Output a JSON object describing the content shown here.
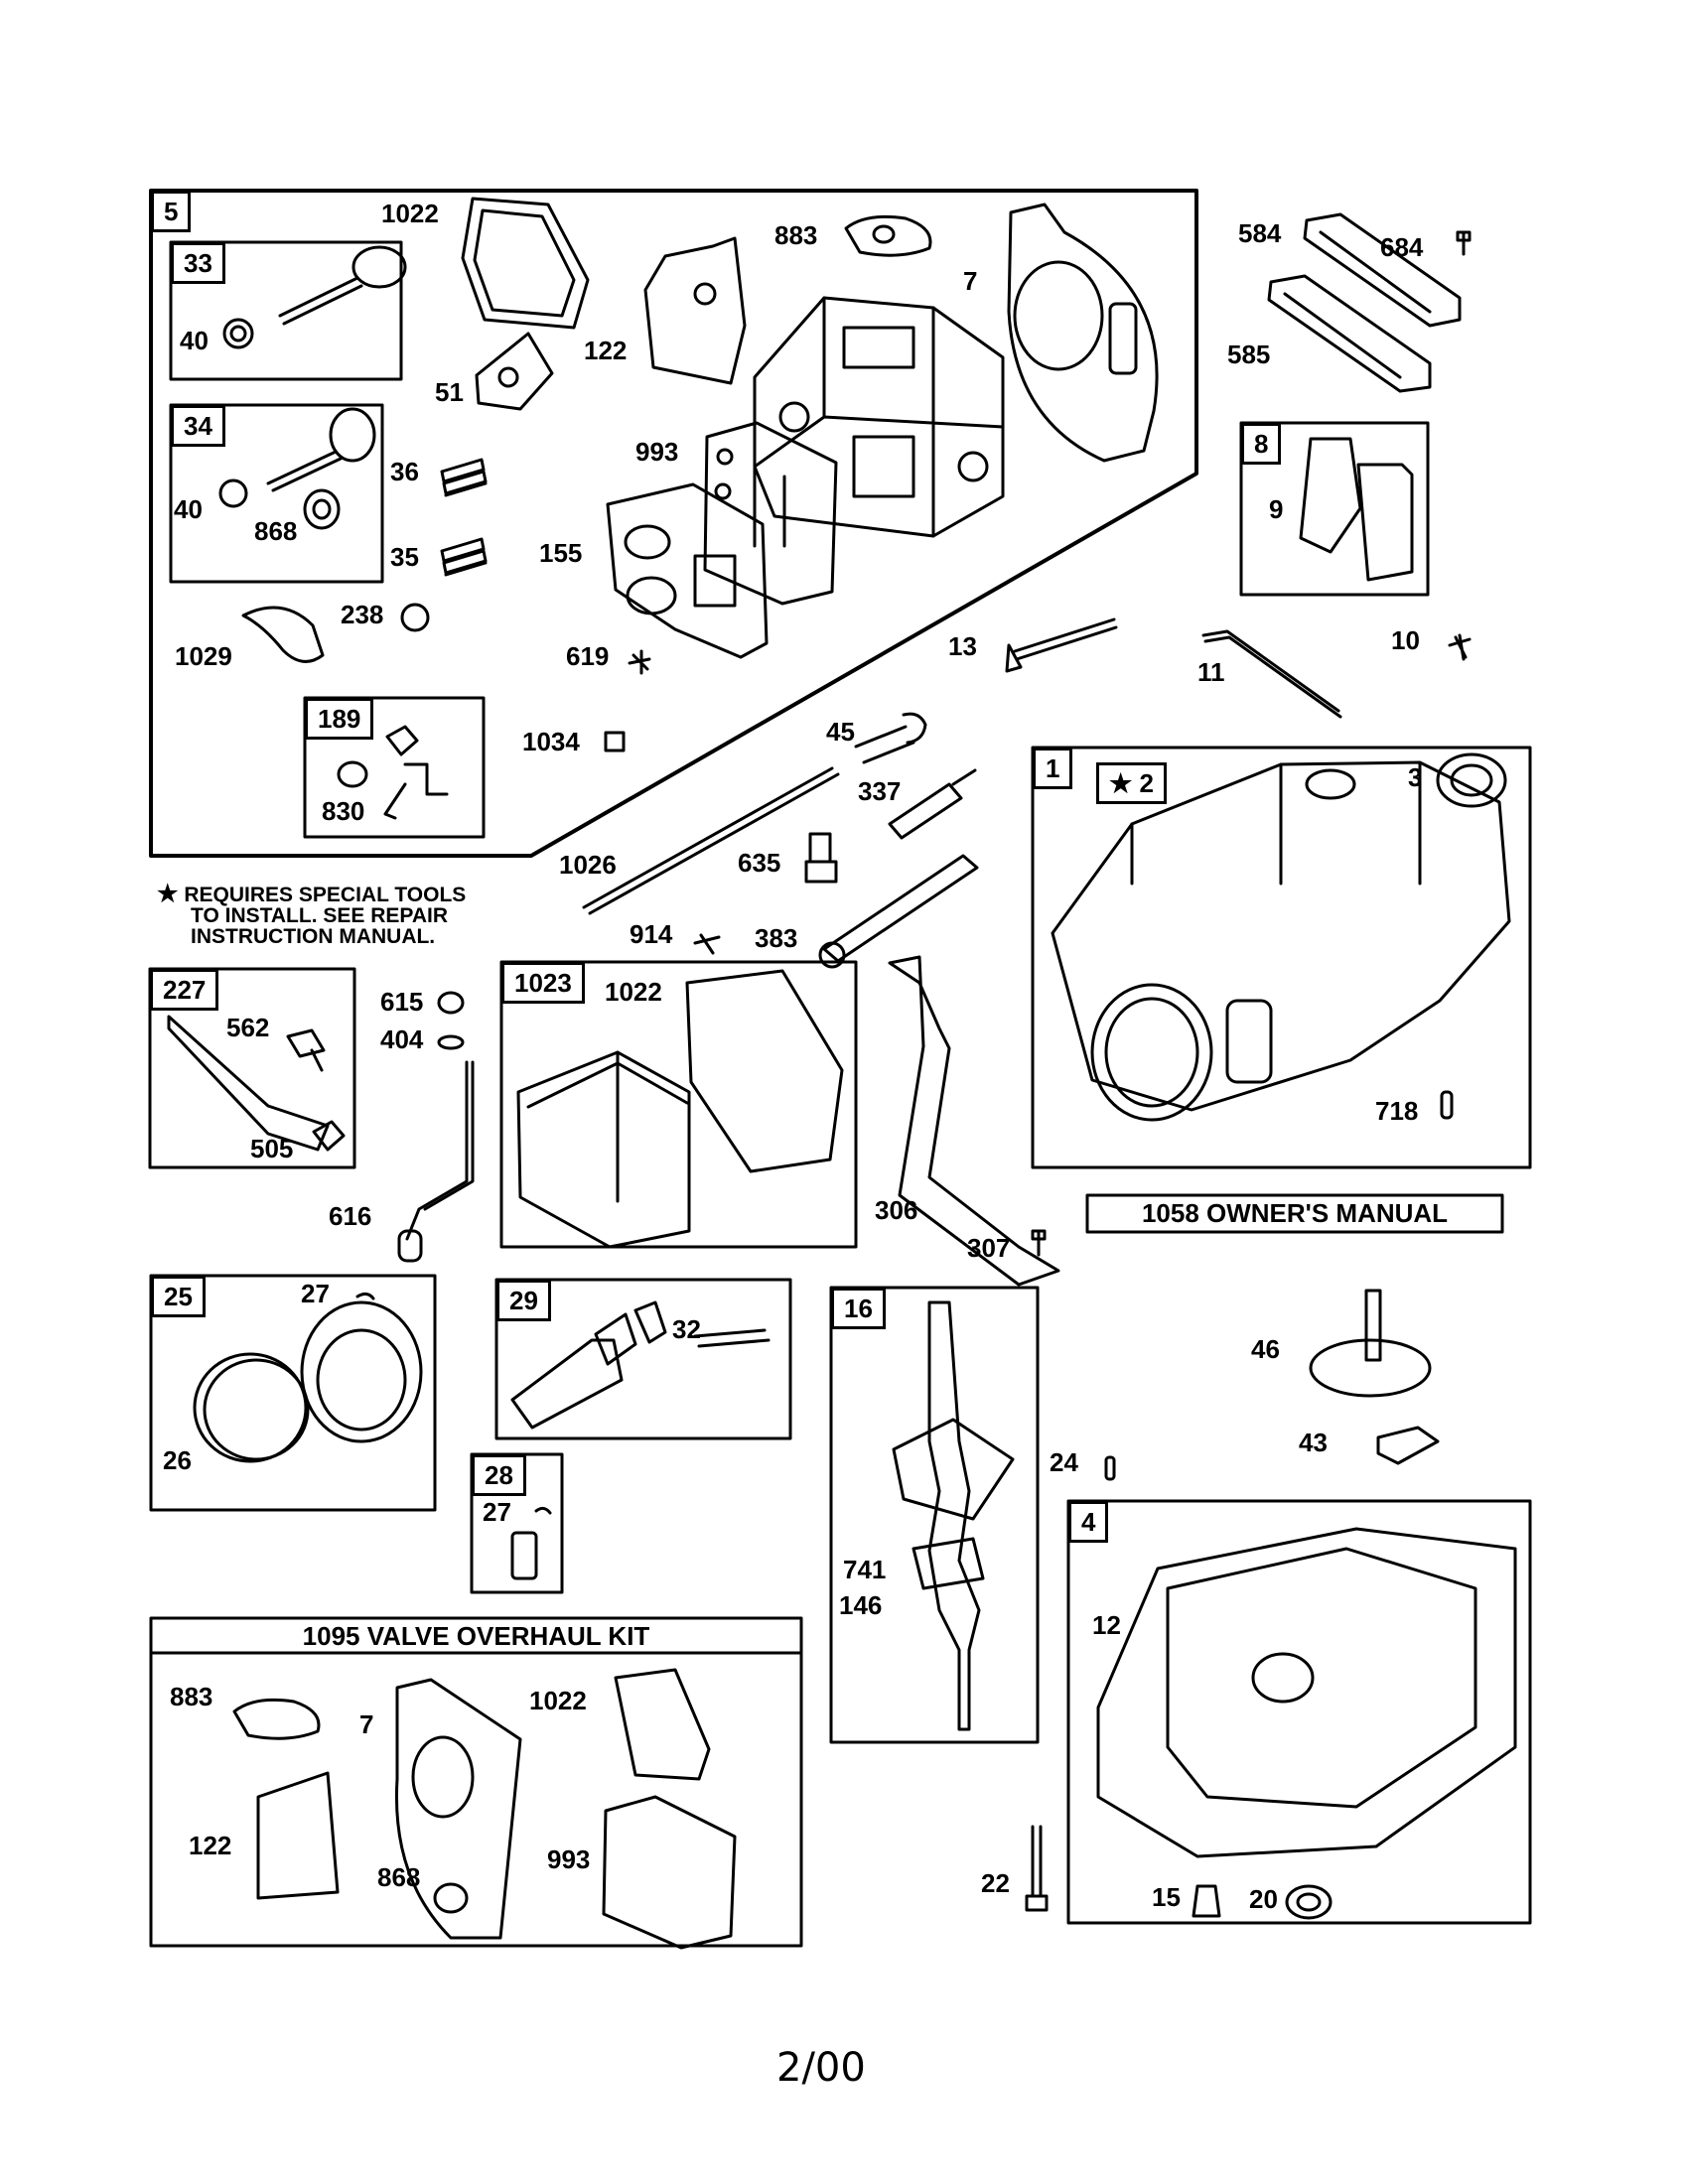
{
  "page_number": "2/00",
  "note": {
    "star": "★",
    "line1": "REQUIRES SPECIAL TOOLS",
    "line2": "TO INSTALL.  SEE REPAIR",
    "line3": "INSTRUCTION MANUAL."
  },
  "manual_label": "1058 OWNER'S MANUAL",
  "kit_title": "1095 VALVE OVERHAUL KIT",
  "groups": {
    "g5": "5",
    "g33": "33",
    "g34": "34",
    "g189": "189",
    "g8": "8",
    "g1": "1",
    "g1_star": "★ 2",
    "g227": "227",
    "g1023": "1023",
    "g25": "25",
    "g29": "29",
    "g16": "16",
    "g28": "28",
    "g4": "4"
  },
  "callouts": {
    "c1022a": "1022",
    "c883a": "883",
    "c7a": "7",
    "c584": "584",
    "c684": "684",
    "c585": "585",
    "c40a": "40",
    "c40b": "40",
    "c51": "51",
    "c122a": "122",
    "c993a": "993",
    "c36": "36",
    "c868a": "868",
    "c35": "35",
    "c155": "155",
    "c238": "238",
    "c1029": "1029",
    "c619": "619",
    "c13": "13",
    "c10": "10",
    "c11": "11",
    "c9": "9",
    "c830": "830",
    "c1034": "1034",
    "c45": "45",
    "c337": "337",
    "c3": "3",
    "c1026": "1026",
    "c635": "635",
    "c914": "914",
    "c383": "383",
    "c615": "615",
    "c562": "562",
    "c404": "404",
    "c1022b": "1022",
    "c505": "505",
    "c616": "616",
    "c306": "306",
    "c307": "307",
    "c718": "718",
    "c27a": "27",
    "c32": "32",
    "c26": "26",
    "c27b": "27",
    "c46": "46",
    "c43": "43",
    "c24": "24",
    "c741": "741",
    "c146": "146",
    "c12": "12",
    "c883b": "883",
    "c7b": "7",
    "c1022c": "1022",
    "c122b": "122",
    "c868b": "868",
    "c993b": "993",
    "c22": "22",
    "c15": "15",
    "c20": "20"
  }
}
